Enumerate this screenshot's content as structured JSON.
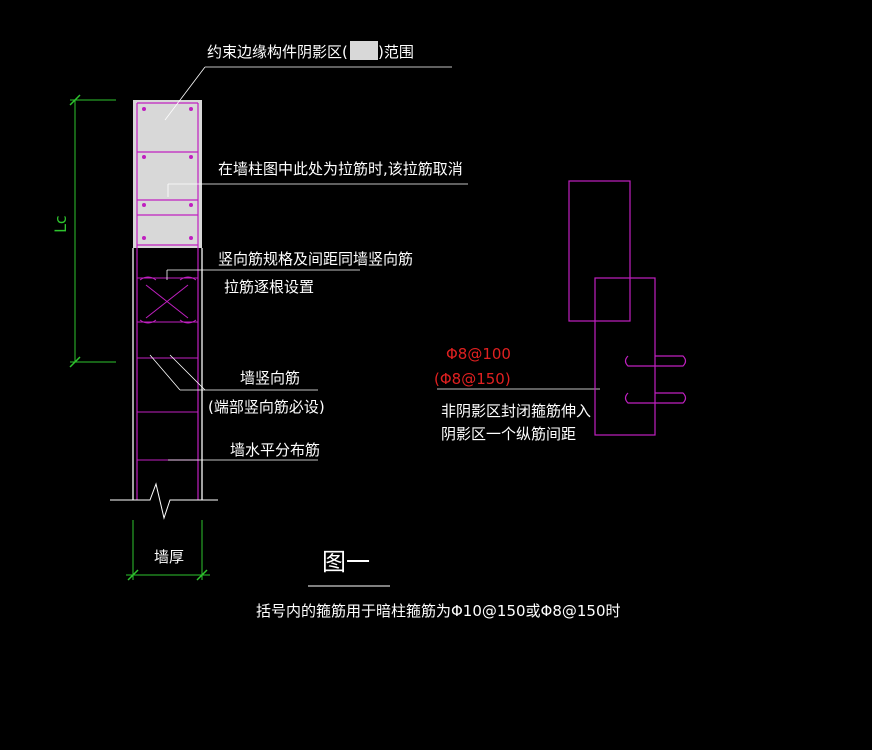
{
  "labels": {
    "shadow_zone_prefix": "约束边缘构件阴影区(",
    "shadow_zone_suffix": ")范围",
    "tie_cancel": "在墙柱图中此处为拉筋时,该拉筋取消",
    "vertical_bar_spec": "竖向筋规格及间距同墙竖向筋",
    "tie_each_bar": "拉筋逐根设置",
    "wall_vertical_bar": "墙竖向筋",
    "end_vertical_bar": "(端部竖向筋必设)",
    "wall_horizontal_bar": "墙水平分布筋",
    "stirrup_spacing_main": "Φ8@100",
    "stirrup_spacing_alt": "(Φ8@150)",
    "non_shadow_stirrup_1": "非阴影区封闭箍筋伸入",
    "non_shadow_stirrup_2": "阴影区一个纵筋间距",
    "dim_lc": "Lc",
    "dim_wall_thickness": "墙厚",
    "figure_title": "图一",
    "footnote": "括号内的箍筋用于暗柱箍筋为Φ10@150或Φ8@150时"
  },
  "colors": {
    "background": "#000000",
    "shadow_fill": "#d8d8d8",
    "rebar": "#c020c0",
    "dimension": "#2ec42e",
    "text": "#ffffff",
    "highlight": "#e02020"
  }
}
